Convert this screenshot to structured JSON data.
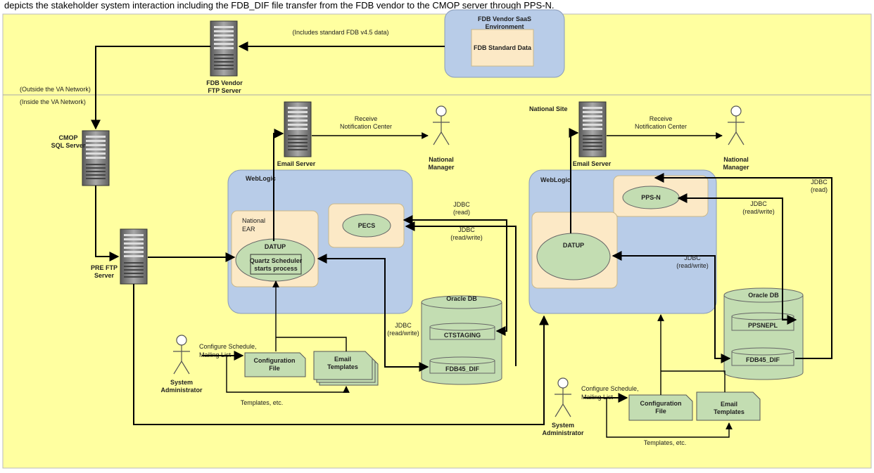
{
  "caption": "depicts the stakeholder system interaction including the FDB_DIF file transfer from the FDB vendor to the CMOP server through PPS-N.",
  "labels": {
    "saas_env": [
      "FDB Vendor SaaS",
      "Environment"
    ],
    "fdb_std_data": "FDB Standard Data",
    "includes_fdb": "(Includes standard FDB v4.5 data)",
    "fdb_ftp": [
      "FDB Vendor",
      "FTP Server"
    ],
    "outside_va": "(Outside the VA Network)",
    "inside_va": "(Inside the VA Network)",
    "cmop": [
      "CMOP",
      "SQL Server"
    ],
    "pre_ftp": [
      "PRE FTP",
      "Server"
    ],
    "national_site": "National Site",
    "email_server_left": "Email Server",
    "email_server_right": "Email Server",
    "receive_left": [
      "Receive",
      "Notification Center"
    ],
    "receive_right": [
      "Receive",
      "Notification Center"
    ],
    "nat_mgr_left": [
      "National",
      "Manager"
    ],
    "nat_mgr_right": [
      "National",
      "Manager"
    ],
    "weblogic_left": "WebLogic",
    "weblogic_right": "WebLogic",
    "national_ear": [
      "National",
      "EAR"
    ],
    "datup_left": "DATUP",
    "datup_right": "DATUP",
    "quartz": [
      "Quartz Scheduler",
      "starts process"
    ],
    "pecs": "PECS",
    "ppsn": "PPS-N",
    "jdbc_read_left": [
      "JDBC",
      "(read)"
    ],
    "jdbc_rw_left_upper": [
      "JDBC",
      "(read/write)"
    ],
    "jdbc_rw_left_lower": [
      "JDBC",
      "(read/write)"
    ],
    "jdbc_read_right": [
      "JDBC",
      "(read)"
    ],
    "jdbc_rw_right_upper": [
      "JDBC",
      "(read/write)"
    ],
    "jdbc_rw_right_lower": [
      "JDBC",
      "(read/write)"
    ],
    "oracle_left": "Oracle DB",
    "oracle_right": "Oracle DB",
    "ctstaging": "CTSTAGING",
    "fdb45_left": "FDB45_DIF",
    "ppsnepl": "PPSNEPL",
    "fdb45_right": "FDB45_DIF",
    "sysadmin_left": [
      "System",
      "Administrator"
    ],
    "sysadmin_right": [
      "System",
      "Administrator"
    ],
    "configure_left": [
      "Configure Schedule,",
      "Mailing List"
    ],
    "configure_right": [
      "Configure Schedule,",
      "Mailing List"
    ],
    "config_file_left": [
      "Configuration",
      "File"
    ],
    "config_file_right": [
      "Configuration",
      "File"
    ],
    "email_tpl_left": [
      "Email",
      "Templates"
    ],
    "email_tpl_right": [
      "Email",
      "Templates"
    ],
    "templates_left": "Templates, etc.",
    "templates_right": "Templates, etc."
  },
  "colors": {
    "background": "#FFFFA0",
    "weblogic": "#B8CCE8",
    "ear": "#FCE9C6",
    "component": "#C3DDB2",
    "database": "#C3DDB2",
    "saas": "#B8CCE8",
    "server": "#8C8C8C"
  }
}
